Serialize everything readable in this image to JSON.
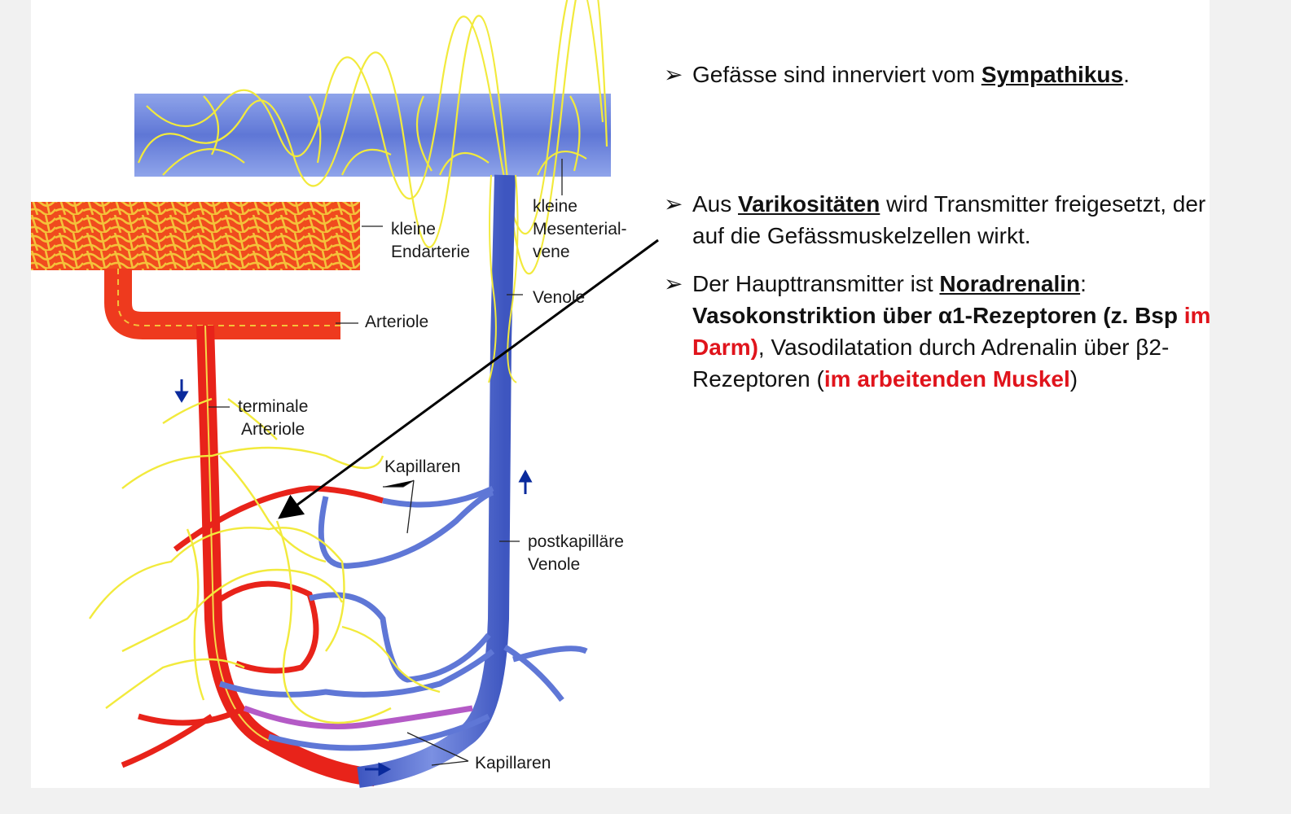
{
  "labels": {
    "endarterie_l1": "kleine",
    "endarterie_l2": "Endarterie",
    "mesenterial_l1": "kleine",
    "mesenterial_l2": "Mesenterial-",
    "mesenterial_l3": "vene",
    "venole": "Venole",
    "arteriole": "Arteriole",
    "terminal_l1": "terminale",
    "terminal_l2": "Arteriole",
    "kapillaren_top": "Kapillaren",
    "postkap_l1": "postkapilläre",
    "postkap_l2": "Venole",
    "kapillaren_bottom": "Kapillaren"
  },
  "bullet_marker": "➢",
  "bullets": {
    "b1": {
      "t1": "Gefässe sind  innerviert vom ",
      "u1": "Sympathikus",
      "t2": "."
    },
    "b2": {
      "t1": "Aus ",
      "u1": "Varikositäten",
      "t2": " wird Transmitter freigesetzt,  der auf die Gefässmuskelzellen wirkt."
    },
    "b3": {
      "t1": "Der Haupttransmitter ist ",
      "u1": "Noradrenalin",
      "t2": ":",
      "bold1": "Vasokonstriktion über α1-Rezeptoren (z. Bsp",
      "red1": " im Darm)",
      "t3": ", Vasodilatation durch Adrenalin über β2- Rezeptoren (",
      "red2": "im arbeitenden Muskel",
      "t4": ")"
    }
  },
  "colors": {
    "vein": "#5f77d6",
    "artery": "#e8231a",
    "nerve": "#f2ea3c",
    "capillary": "#b45ac6",
    "arrow": "#0a2a9c",
    "highlight": "#e0141c"
  }
}
